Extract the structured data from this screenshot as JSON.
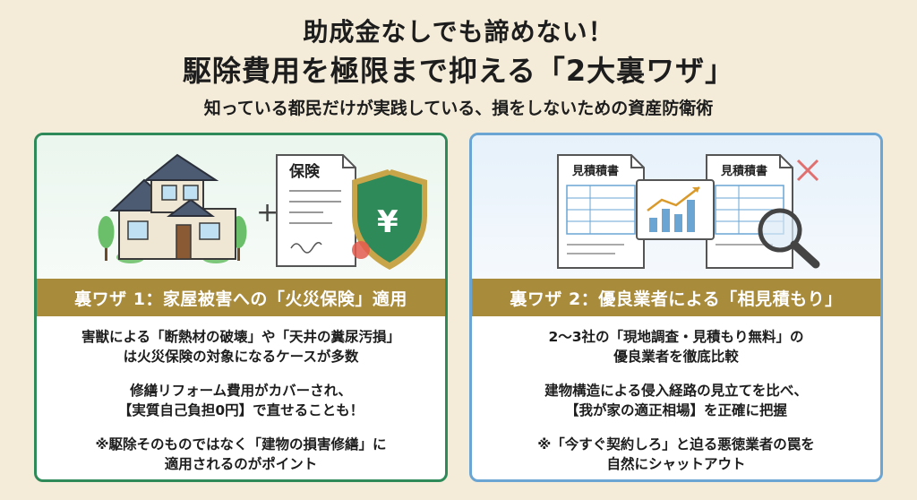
{
  "header": {
    "title_line1": "助成金なしでも諦めない！",
    "title_line2": "駆除費用を極限まで抑える「2大裏ワザ」",
    "subtitle": "知っている都民だけが実践している、損をしないための資産防衛術"
  },
  "left": {
    "insurance_label": "保険",
    "yen_symbol": "¥",
    "plus_symbol": "+",
    "band": "裏ワザ 1：家屋被害への「火災保険」適用",
    "paragraphs": [
      [
        "害獣による「断熱材の破壊」や「天井の糞尿汚損」",
        "は火災保険の対象になるケースが多数"
      ],
      [
        "修繕リフォーム費用がカバーされ、",
        "【実質自己負担0円】で直せることも！"
      ],
      [
        "※駆除そのものではなく「建物の損害修繕」に",
        "適用されるのがポイント"
      ]
    ]
  },
  "right": {
    "doc_label_1": "見積積書",
    "doc_label_2": "見積積書",
    "band": "裏ワザ 2：優良業者による「相見積もり」",
    "paragraphs": [
      [
        "2〜3社の「現地調査・見積もり無料」の",
        "優良業者を徹底比較"
      ],
      [
        "建物構造による侵入経路の見立てを比べ、",
        "【我が家の適正相場】を正確に把握"
      ],
      [
        "※「今すぐ契約しろ」と迫る悪徳業者の罠を",
        "自然にシャットアウト"
      ]
    ]
  },
  "colors": {
    "background": "#f4ecd9",
    "left_border": "#2f8a5a",
    "right_border": "#6aa5d4",
    "band": "#a98b3c",
    "shield": "#2f8a5a",
    "cross": "#e07070"
  }
}
